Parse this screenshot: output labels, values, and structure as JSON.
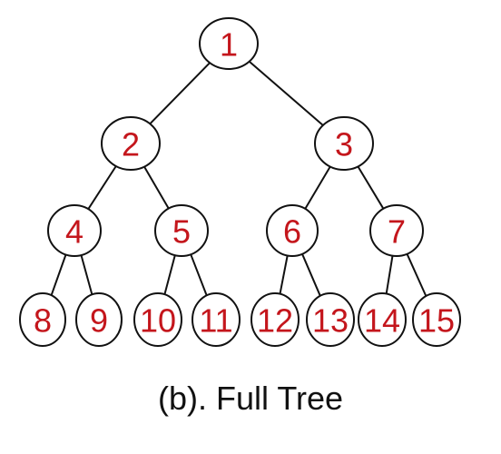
{
  "caption": "(b). Full Tree",
  "tree": {
    "nodes": [
      {
        "id": 1,
        "label": "1"
      },
      {
        "id": 2,
        "label": "2"
      },
      {
        "id": 3,
        "label": "3"
      },
      {
        "id": 4,
        "label": "4"
      },
      {
        "id": 5,
        "label": "5"
      },
      {
        "id": 6,
        "label": "6"
      },
      {
        "id": 7,
        "label": "7"
      },
      {
        "id": 8,
        "label": "8"
      },
      {
        "id": 9,
        "label": "9"
      },
      {
        "id": 10,
        "label": "10"
      },
      {
        "id": 11,
        "label": "11"
      },
      {
        "id": 12,
        "label": "12"
      },
      {
        "id": 13,
        "label": "13"
      },
      {
        "id": 14,
        "label": "14"
      },
      {
        "id": 15,
        "label": "15"
      }
    ],
    "edges": [
      [
        1,
        2
      ],
      [
        1,
        3
      ],
      [
        2,
        4
      ],
      [
        2,
        5
      ],
      [
        3,
        6
      ],
      [
        3,
        7
      ],
      [
        4,
        8
      ],
      [
        4,
        9
      ],
      [
        5,
        10
      ],
      [
        5,
        11
      ],
      [
        6,
        12
      ],
      [
        6,
        13
      ],
      [
        7,
        14
      ],
      [
        7,
        15
      ]
    ]
  },
  "colors": {
    "node_label": "#c4161c",
    "stroke": "#111111",
    "background": "#ffffff"
  }
}
